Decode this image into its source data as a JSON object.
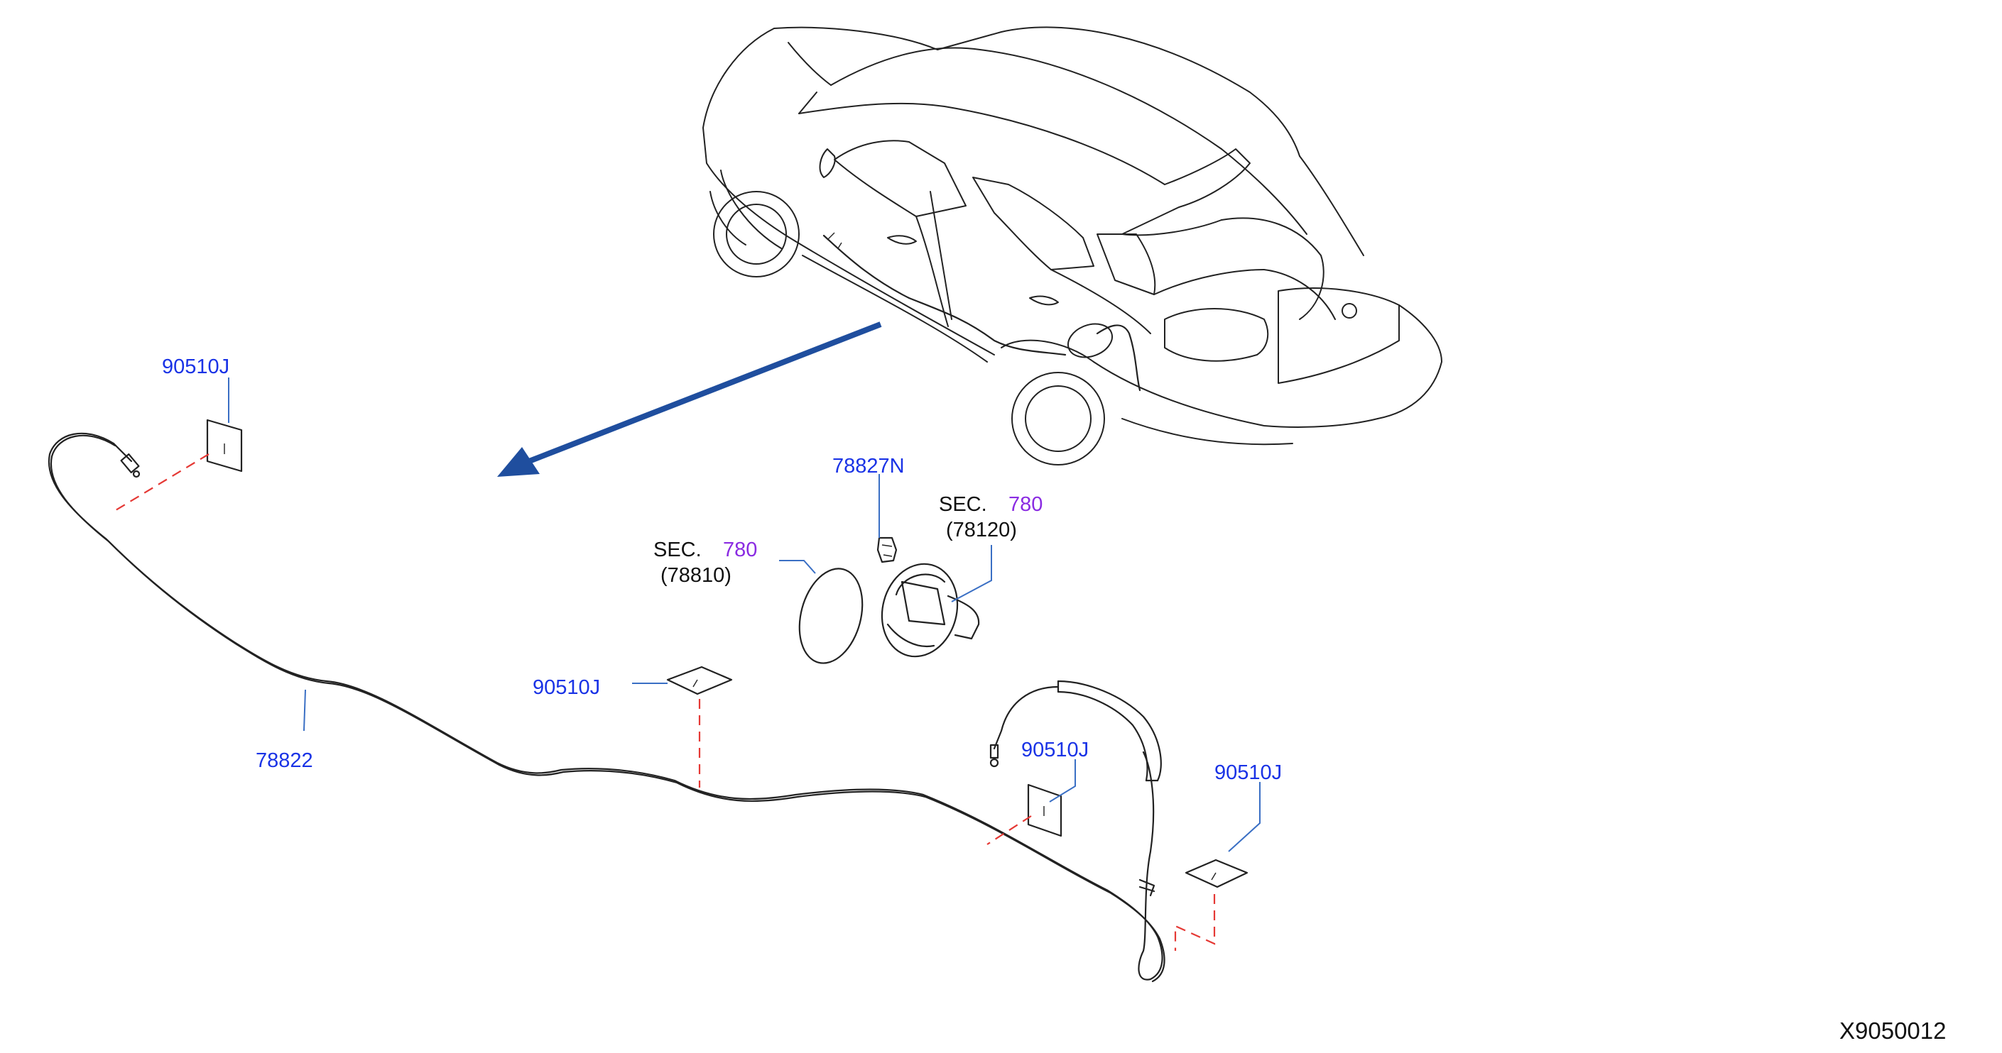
{
  "callouts": {
    "clip_top_left": "90510J",
    "cable": "78822",
    "clip_middle": "90510J",
    "opener": "78827N",
    "sec_left_prefix": "SEC.",
    "sec_left_num": "780",
    "sec_left_part": "(78810)",
    "sec_right_prefix": "SEC.",
    "sec_right_num": "780",
    "sec_right_part": "(78120)",
    "clip_right_a": "90510J",
    "clip_right_b": "90510J"
  },
  "diagram_code": "X9050012",
  "colors": {
    "callout_text": "#1a33e6",
    "section_number": "#8a2be2",
    "leader_line": "#3a6fc4",
    "install_dash": "#e53935",
    "view_arrow": "#1f4e9e"
  }
}
